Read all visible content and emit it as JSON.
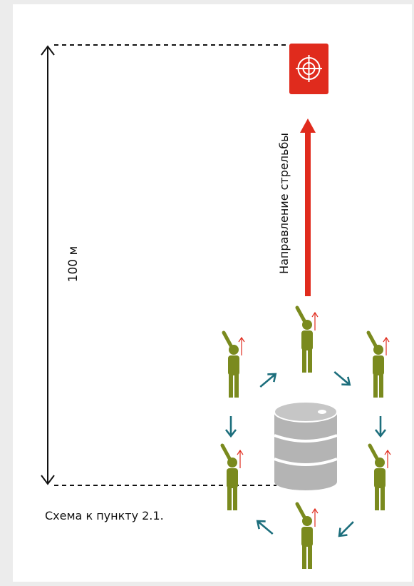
{
  "diagram": {
    "distance_label": "100 м",
    "direction_label": "Направление стрельбы",
    "caption": "Схема к пункту 2.1.",
    "target_icon": "crosshair-target-icon",
    "barrel_icon": "barrel-icon",
    "shooter_icon": "raised-arm-person-icon",
    "colors": {
      "target_bg": "#e02b1d",
      "direction_arrow": "#e02b1d",
      "figure": "#7a8a1e",
      "rotation_arrow": "#1c6e7c",
      "barrel": "#b4b4b4",
      "dashed_line": "#111111"
    }
  }
}
